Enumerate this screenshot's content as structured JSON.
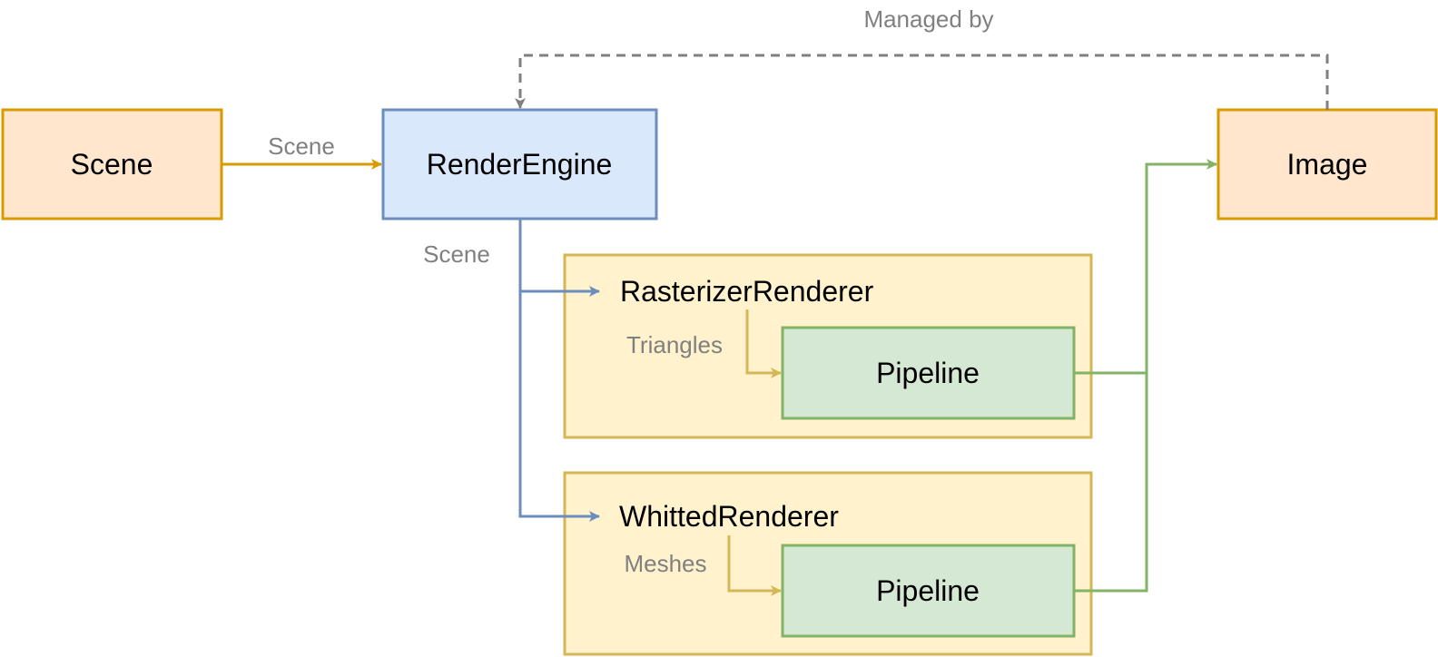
{
  "colors": {
    "orange_fill": "#ffe6cc",
    "orange_stroke": "#d79b00",
    "blue_fill": "#dae8fc",
    "blue_stroke": "#6c8ebf",
    "yellow_fill": "#fff2cc",
    "yellow_stroke": "#d6b656",
    "green_fill": "#d5e8d4",
    "green_stroke": "#82b366",
    "gray": "#808080"
  },
  "nodes": {
    "scene": "Scene",
    "render_engine": "RenderEngine",
    "image": "Image",
    "rasterizer_renderer": "RasterizerRenderer",
    "whitted_renderer": "WhittedRenderer",
    "pipeline_rasterizer": "Pipeline",
    "pipeline_whitted": "Pipeline"
  },
  "edges": {
    "scene_to_engine": "Scene",
    "engine_to_renderers": "Scene",
    "managed_by": "Managed by",
    "triangles": "Triangles",
    "meshes": "Meshes"
  }
}
